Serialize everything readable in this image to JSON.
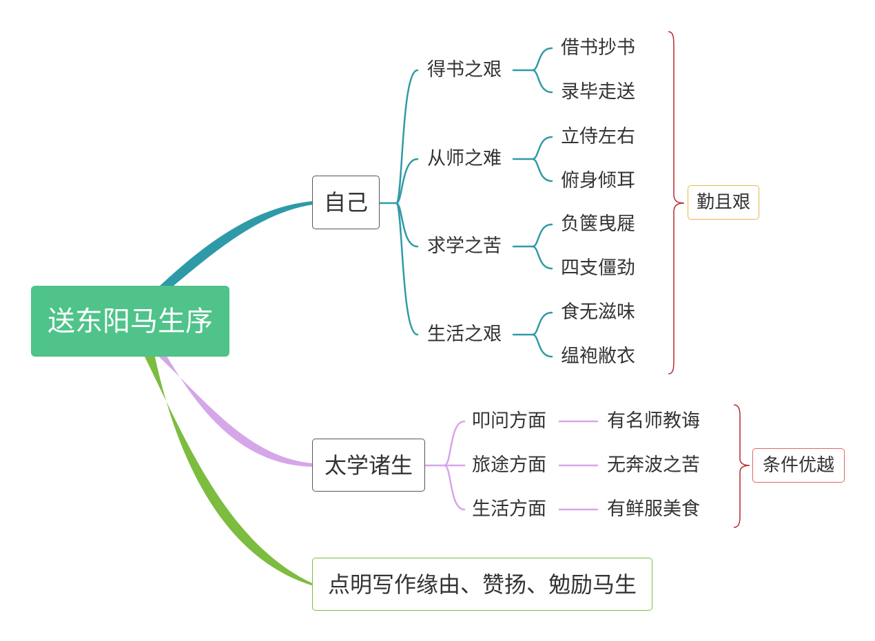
{
  "root": {
    "label": "送东阳马生序",
    "color": "#4fc389"
  },
  "self": {
    "label": "自己",
    "color": "#2f9aa7",
    "groups": [
      {
        "label": "得书之艰",
        "items": [
          "借书抄书",
          "录毕走送"
        ]
      },
      {
        "label": "从师之难",
        "items": [
          "立侍左右",
          "俯身倾耳"
        ]
      },
      {
        "label": "求学之苦",
        "items": [
          "负箧曳屣",
          "四支僵劲"
        ]
      },
      {
        "label": "生活之艰",
        "items": [
          "食无滋味",
          "缊袍敝衣"
        ]
      }
    ],
    "summary": {
      "label": "勤且艰",
      "border_color": "#e8b64b",
      "brace_color": "#b7282e"
    }
  },
  "students": {
    "label": "太学诸生",
    "color": "#d5a6e8",
    "rows": [
      {
        "aspect": "叩问方面",
        "detail": "有名师教诲"
      },
      {
        "aspect": "旅途方面",
        "detail": "无奔波之苦"
      },
      {
        "aspect": "生活方面",
        "detail": "有鲜服美食"
      }
    ],
    "summary": {
      "label": "条件优越",
      "border_color": "#e06666",
      "brace_color": "#b7282e"
    }
  },
  "purpose": {
    "label": "点明写作缘由、赞扬、勉励马生",
    "color": "#7cbc3f"
  }
}
